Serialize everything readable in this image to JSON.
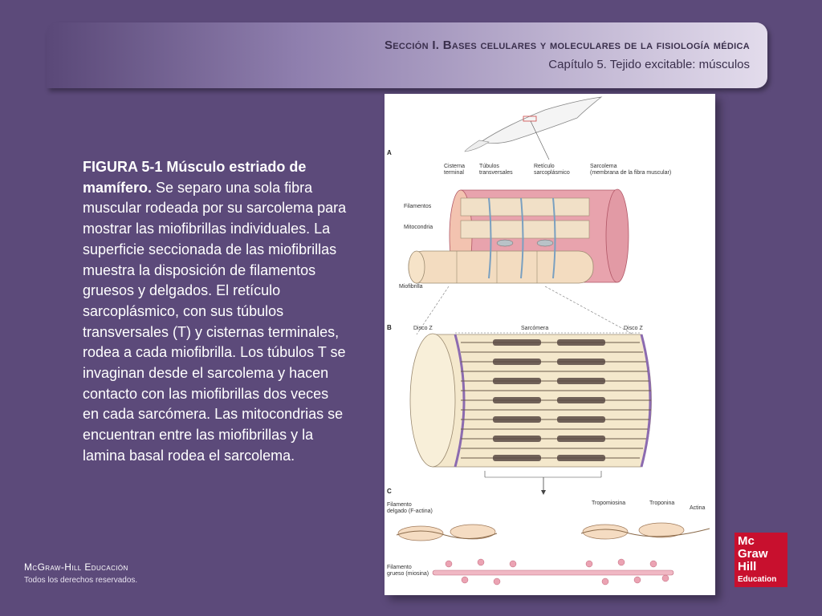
{
  "header": {
    "section_title": "Sección I.   Bases celulares y moleculares de la fisiología médica",
    "chapter_title": "Capítulo 5. Tejido excitable: músculos"
  },
  "caption": {
    "bold": "FIGURA 5-1 Músculo estriado de mamífero.",
    "text": " Se separo una sola fibra muscular rodeada por su sarcolema para mostrar las miofibrillas individuales. La superficie seccionada de las miofibrillas muestra la disposición de filamentos gruesos y delgados. El retículo sarcoplásmico, con sus túbulos transversales (T) y cisternas terminales, rodea a cada miofibrilla. Los túbulos T se invaginan desde el sarcolema y hacen contacto con las miofibrillas dos veces en cada sarcómera. Las mitocondrias se encuentran entre las  miofibrillas y la lamina basal rodea el sarcolema."
  },
  "figure": {
    "panel_a": "A",
    "panel_b": "B",
    "panel_c": "C",
    "labels_a": {
      "cisterna": "Cisterna",
      "terminal": "terminal",
      "tubulos": "Túbulos",
      "transversales": "transversales",
      "reticulo": "Retículo",
      "sarcoplasmico": "sarcoplásmico",
      "sarcolema": "Sarcolema",
      "membrana": "(membrana de la fibra muscular)",
      "filamentos": "Filamentos",
      "mitocondria": "Mitocondria",
      "miofibrilla": "Miofibrilla"
    },
    "labels_b": {
      "disco_z_left": "Disco Z",
      "sarcomera": "Sarcómera",
      "disco_z_right": "Disco Z"
    },
    "labels_c": {
      "filamento_delgado_1": "Filamento",
      "filamento_delgado_2": "delgado (F-actina)",
      "tropomiosina": "Tropomiosina",
      "troponina": "Troponina",
      "actina": "Actina",
      "filamento_grueso_1": "Filamento",
      "filamento_grueso_2": "grueso (miosina)"
    }
  },
  "footer": {
    "brand": "McGraw-Hill Educación",
    "rights": "Todos los derechos reservados."
  },
  "logo": {
    "line1": "Mc",
    "line2": "Graw",
    "line3": "Hill",
    "line4": "Education"
  },
  "colors": {
    "background": "#5c4a7a",
    "logo": "#c8102e"
  }
}
